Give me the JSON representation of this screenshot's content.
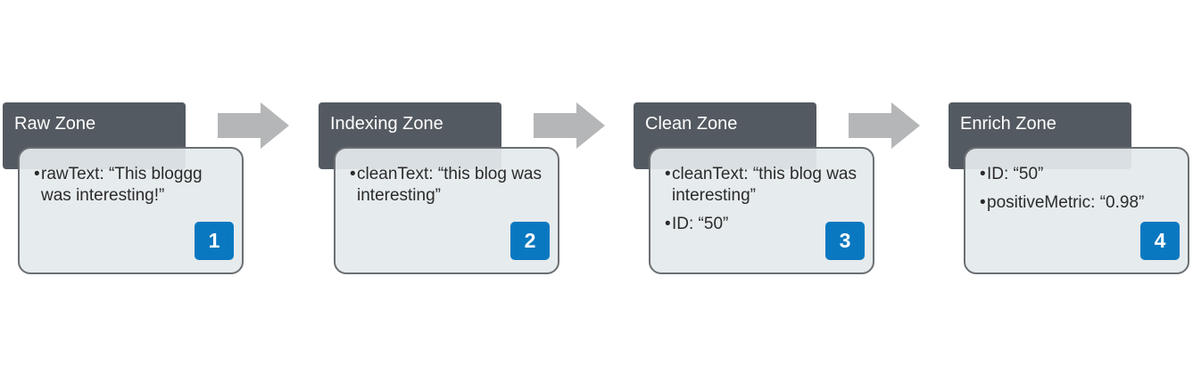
{
  "colors": {
    "header": "#545a61",
    "card_fill": "#e4e9ed",
    "card_border": "#6b6f73",
    "badge": "#0a78c0",
    "arrow": "#b5b6b7"
  },
  "zones": [
    {
      "title": "Raw Zone",
      "bullets": [
        "rawText: “This bloggg was interesting!”"
      ],
      "step": "1"
    },
    {
      "title": "Indexing Zone",
      "bullets": [
        "cleanText: “this blog was interesting”"
      ],
      "step": "2"
    },
    {
      "title": "Clean Zone",
      "bullets": [
        "cleanText: “this blog was interesting”",
        "ID: “50”"
      ],
      "step": "3"
    },
    {
      "title": "Enrich Zone",
      "bullets": [
        "ID: “50”",
        "positiveMetric: “0.98”"
      ],
      "step": "4"
    }
  ]
}
